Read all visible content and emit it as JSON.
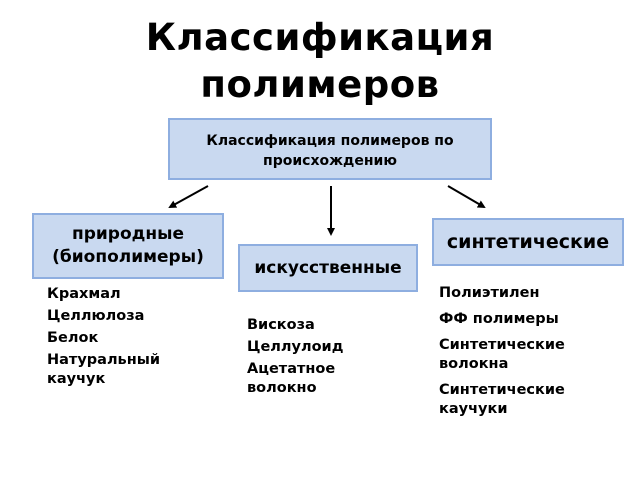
{
  "title": "Классификация\nполимеров",
  "root": {
    "label": "Классификация полимеров по происхождению"
  },
  "categories": [
    {
      "id": "natural",
      "label": "природные (биополимеры)",
      "items": [
        "Крахмал",
        "Целлюлоза",
        "Белок",
        "Натуральный\nкаучук"
      ]
    },
    {
      "id": "artificial",
      "label": "искусственные",
      "items": [
        "Вискоза",
        "Целлулоид",
        "Ацетатное\nволокно"
      ]
    },
    {
      "id": "synthetic",
      "label": "синтетические",
      "items": [
        "Полиэтилен",
        "ФФ полимеры",
        "Синтетические\nволокна",
        "Синтетические\nкаучуки"
      ]
    }
  ],
  "colors": {
    "box_fill": "#c9d9f0",
    "box_border": "#8eaee0",
    "arrow": "#000000"
  }
}
